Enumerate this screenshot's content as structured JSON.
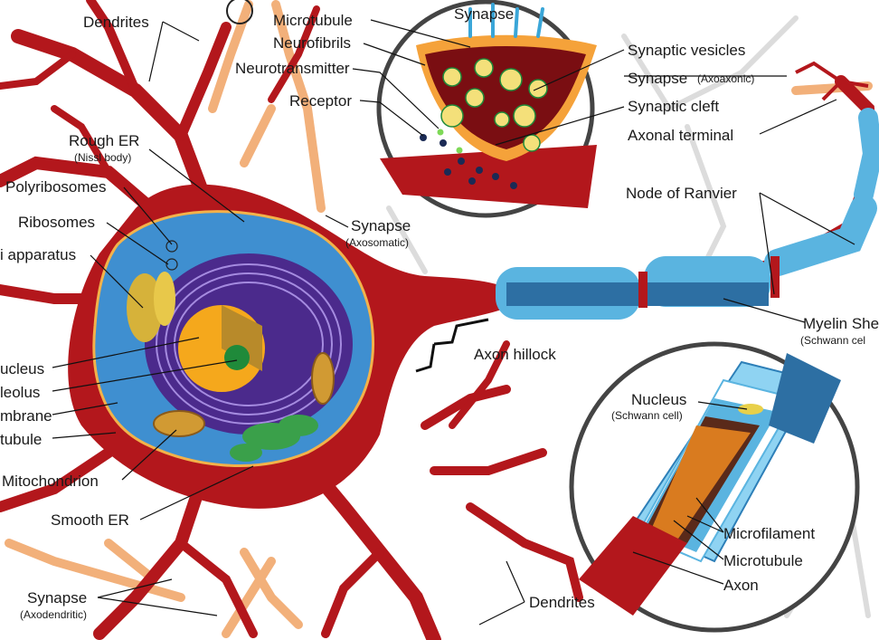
{
  "labels": {
    "dendrites_top": "Dendrites",
    "microtubule_top": "Microtubule",
    "neurofibrils": "Neurofibrils",
    "neurotransmitter": "Neurotransmitter",
    "receptor": "Receptor",
    "synapse_inset_title": "Synapse",
    "synaptic_vesicles": "Synaptic vesicles",
    "synapse_axoaxonic": "Synapse",
    "synapse_axoaxonic_sub": "(Axoaxonic)",
    "synaptic_cleft": "Synaptic cleft",
    "axonal_terminal": "Axonal terminal",
    "rough_er": "Rough ER",
    "rough_er_sub": "(Nissl body)",
    "polyribosomes": "Polyribosomes",
    "ribosomes": "Ribosomes",
    "golgi": "i apparatus",
    "synapse_axosomatic": "Synapse",
    "synapse_axosomatic_sub": "(Axosomatic)",
    "node_of_ranvier": "Node of Ranvier",
    "myelin_sheath": "Myelin She",
    "myelin_sheath_sub": "(Schwann cel",
    "nucleus": "ucleus",
    "nucleolus": "leolus",
    "membrane": "mbrane",
    "microtubule_left": "tubule",
    "axon_hillock": "Axon hillock",
    "mitochondrion": "Mitochondrion",
    "smooth_er": "Smooth ER",
    "nucleus_schwann": "Nucleus",
    "nucleus_schwann_sub": "(Schwann cell)",
    "microfilament": "Microfilament",
    "microtubule_inset": "Microtubule",
    "axon": "Axon",
    "synapse_axodendritic": "Synapse",
    "synapse_axodendritic_sub": "(Axodendritic)",
    "dendrites_bottom": "Dendrites"
  },
  "colors": {
    "cytoplasm": "#b3171c",
    "soma_fluid": "#3f8fd0",
    "nucleus_purple": "#4b2a8c",
    "nucleolus_core": "#f5a81c",
    "myelin": "#5ab4e0",
    "axon_shell": "#2d7fb8",
    "dendrite_pale": "#f2b07a",
    "background_sketch": "#d9d9d9"
  }
}
